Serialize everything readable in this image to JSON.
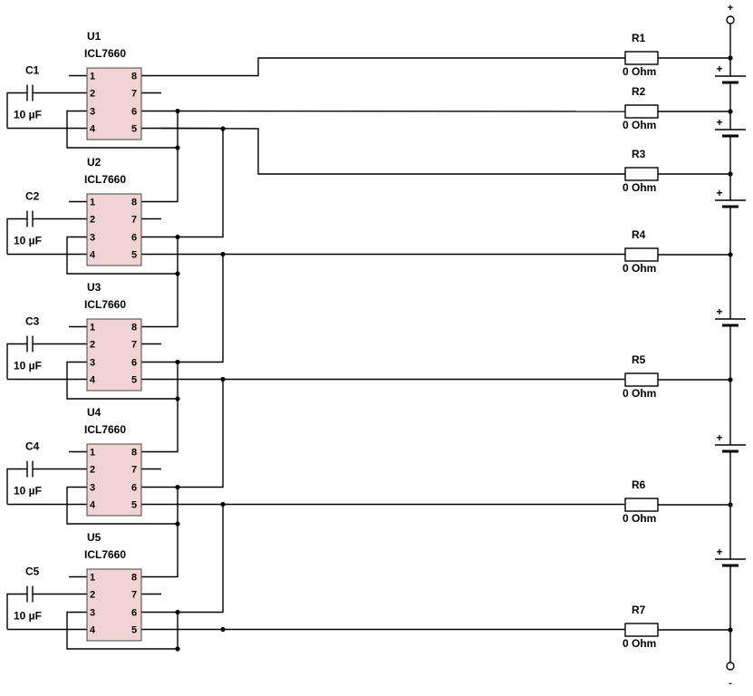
{
  "terminals": {
    "plus": "+",
    "minus": "-"
  },
  "battery_sign": "+",
  "chips": [
    {
      "ref": "U1",
      "part": "ICL7660",
      "cap_ref": "C1",
      "cap_value": "10 µF"
    },
    {
      "ref": "U2",
      "part": "ICL7660",
      "cap_ref": "C2",
      "cap_value": "10 µF"
    },
    {
      "ref": "U3",
      "part": "ICL7660",
      "cap_ref": "C3",
      "cap_value": "10 µF"
    },
    {
      "ref": "U4",
      "part": "ICL7660",
      "cap_ref": "C4",
      "cap_value": "10 µF"
    },
    {
      "ref": "U5",
      "part": "ICL7660",
      "cap_ref": "C5",
      "cap_value": "10 µF"
    }
  ],
  "pins_left": [
    "1",
    "2",
    "3",
    "4"
  ],
  "pins_right": [
    "8",
    "7",
    "6",
    "5"
  ],
  "resistors": [
    {
      "ref": "R1",
      "value": "0 Ohm"
    },
    {
      "ref": "R2",
      "value": "0 Ohm"
    },
    {
      "ref": "R3",
      "value": "0 Ohm"
    },
    {
      "ref": "R4",
      "value": "0 Ohm"
    },
    {
      "ref": "R5",
      "value": "0 Ohm"
    },
    {
      "ref": "R6",
      "value": "0 Ohm"
    },
    {
      "ref": "R7",
      "value": "0 Ohm"
    }
  ],
  "colors": {
    "chip_fill": "#f2d3d3",
    "chip_stroke": "#444444",
    "wire": "#000000",
    "background": "#ffffff"
  }
}
